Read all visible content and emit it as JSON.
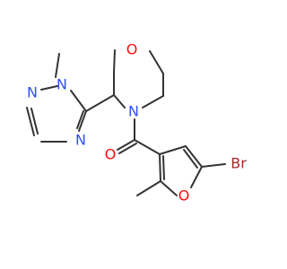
{
  "atoms": {
    "o_morpholine": "O",
    "n_morpholine": "N",
    "o_carbonyl": "O",
    "o_furan": "O",
    "br": "Br",
    "n1_triazole": "N",
    "n2_triazole": "N",
    "n4_triazole": "N"
  },
  "colors": {
    "bond": "#333333",
    "oxygen": "#ff0d0d",
    "nitrogen": "#3050f8",
    "bromine": "#a62929"
  }
}
